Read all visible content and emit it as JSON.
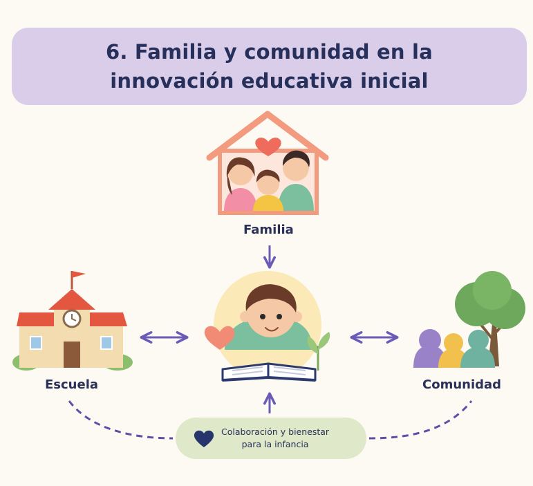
{
  "title": {
    "line1": "6. Familia y comunidad en la",
    "line2": "innovación educativa inicial"
  },
  "nodes": {
    "familia": "Familia",
    "escuela": "Escuela",
    "comunidad": "Comunidad"
  },
  "center_box": {
    "line1": "Colaboración y bienestar",
    "line2": "para la infancia"
  },
  "colors": {
    "title_bg": "#d9cdea",
    "title_text": "#27305a",
    "arrow": "#6a5bb5",
    "pill_bg": "#dfe8c9",
    "heart_navy": "#26356b"
  }
}
